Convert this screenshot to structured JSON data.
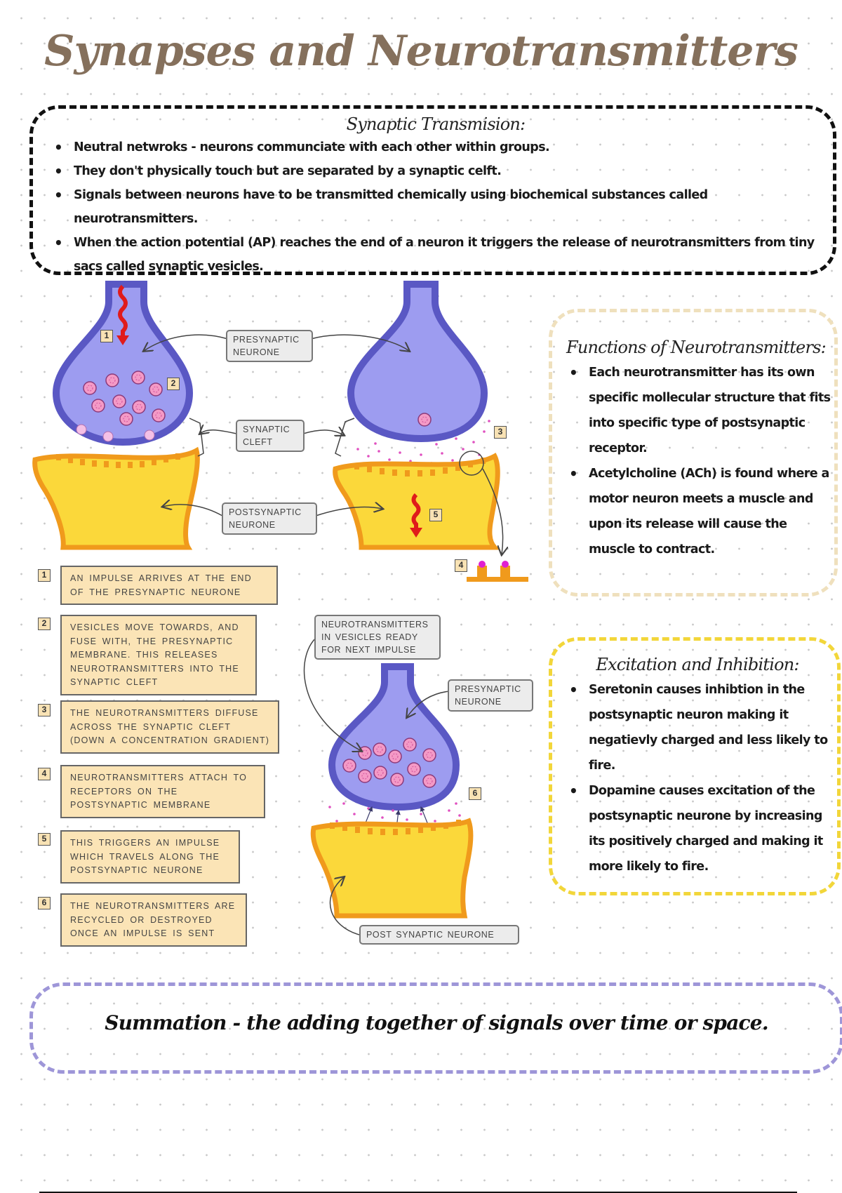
{
  "page": {
    "title": "Synapses and Neurotransmitters"
  },
  "synaptic_transmission": {
    "heading": "Synaptic Transmision:",
    "bullets": [
      "Neutral netwroks - neurons communciate with each other within groups.",
      "They don't physically touch but are separated by a synaptic celft.",
      "Signals between neurons have to be transmitted chemically using biochemical substances called neurotransmitters.",
      "When the action potential (AP) reaches the end of a neuron it triggers the release of neurotransmitters from tiny sacs called synaptic vesicles."
    ]
  },
  "functions": {
    "heading": "Functions of Neurotransmitters:",
    "bullets": [
      "Each neurotransmitter has its own specific mollecular structure that fits into specific type of postsynaptic receptor.",
      "Acetylcholine (ACh) is found where a motor neuron meets a muscle and upon its release will cause the muscle to contract."
    ]
  },
  "excitation": {
    "heading": "Excitation and Inhibition:",
    "bullets": [
      "Seretonin causes inhibtion in the postsynaptic neuron making it negatievly charged and less likely to fire.",
      "Dopamine causes excitation of the postsynaptic neurone by increasing its positively charged and making it more likely to fire."
    ]
  },
  "summation": {
    "text": "Summation - the adding together of signals over time or space."
  },
  "diagram": {
    "labels": {
      "presynaptic": "Presynaptic neurone",
      "synaptic_cleft": "Synaptic cleft",
      "postsynaptic": "Postsynaptic neurone",
      "vesicles_ready": "Neurotransmitters in vesicles ready for next impulse",
      "presynaptic_2": "Presynaptic neurone",
      "post_synaptic": "Post synaptic neurone"
    },
    "markers": [
      "1",
      "2",
      "3",
      "4",
      "5",
      "6"
    ],
    "steps": [
      {
        "num": "1",
        "text": "An impulse arrives at the end of the presynaptic neurone"
      },
      {
        "num": "2",
        "text": "Vesicles move towards, and fuse with, the presynaptic membrane. This releases neurotransmitters into the synaptic cleft"
      },
      {
        "num": "3",
        "text": "The neurotransmitters diffuse across the synaptic cleft (down a concentration gradient)"
      },
      {
        "num": "4",
        "text": "Neurotransmitters attach to receptors on the postsynaptic membrane"
      },
      {
        "num": "5",
        "text": "This triggers an impulse which travels along the postsynaptic neurone"
      },
      {
        "num": "6",
        "text": "The neurotransmitters are recycled or destroyed once an impulse is sent"
      }
    ]
  },
  "colors": {
    "title": "#85705c",
    "presynaptic_fill": "#9d9cf0",
    "presynaptic_border": "#5a58c4",
    "postsynaptic_fill": "#fbd83a",
    "postsynaptic_border": "#f09a1c",
    "vesicle": "#f49ac6",
    "impulse_arrow": "#e01b1b",
    "functions_border": "#efe0bd",
    "excitation_border": "#f2d63a",
    "summation_border": "#9e96d8"
  }
}
